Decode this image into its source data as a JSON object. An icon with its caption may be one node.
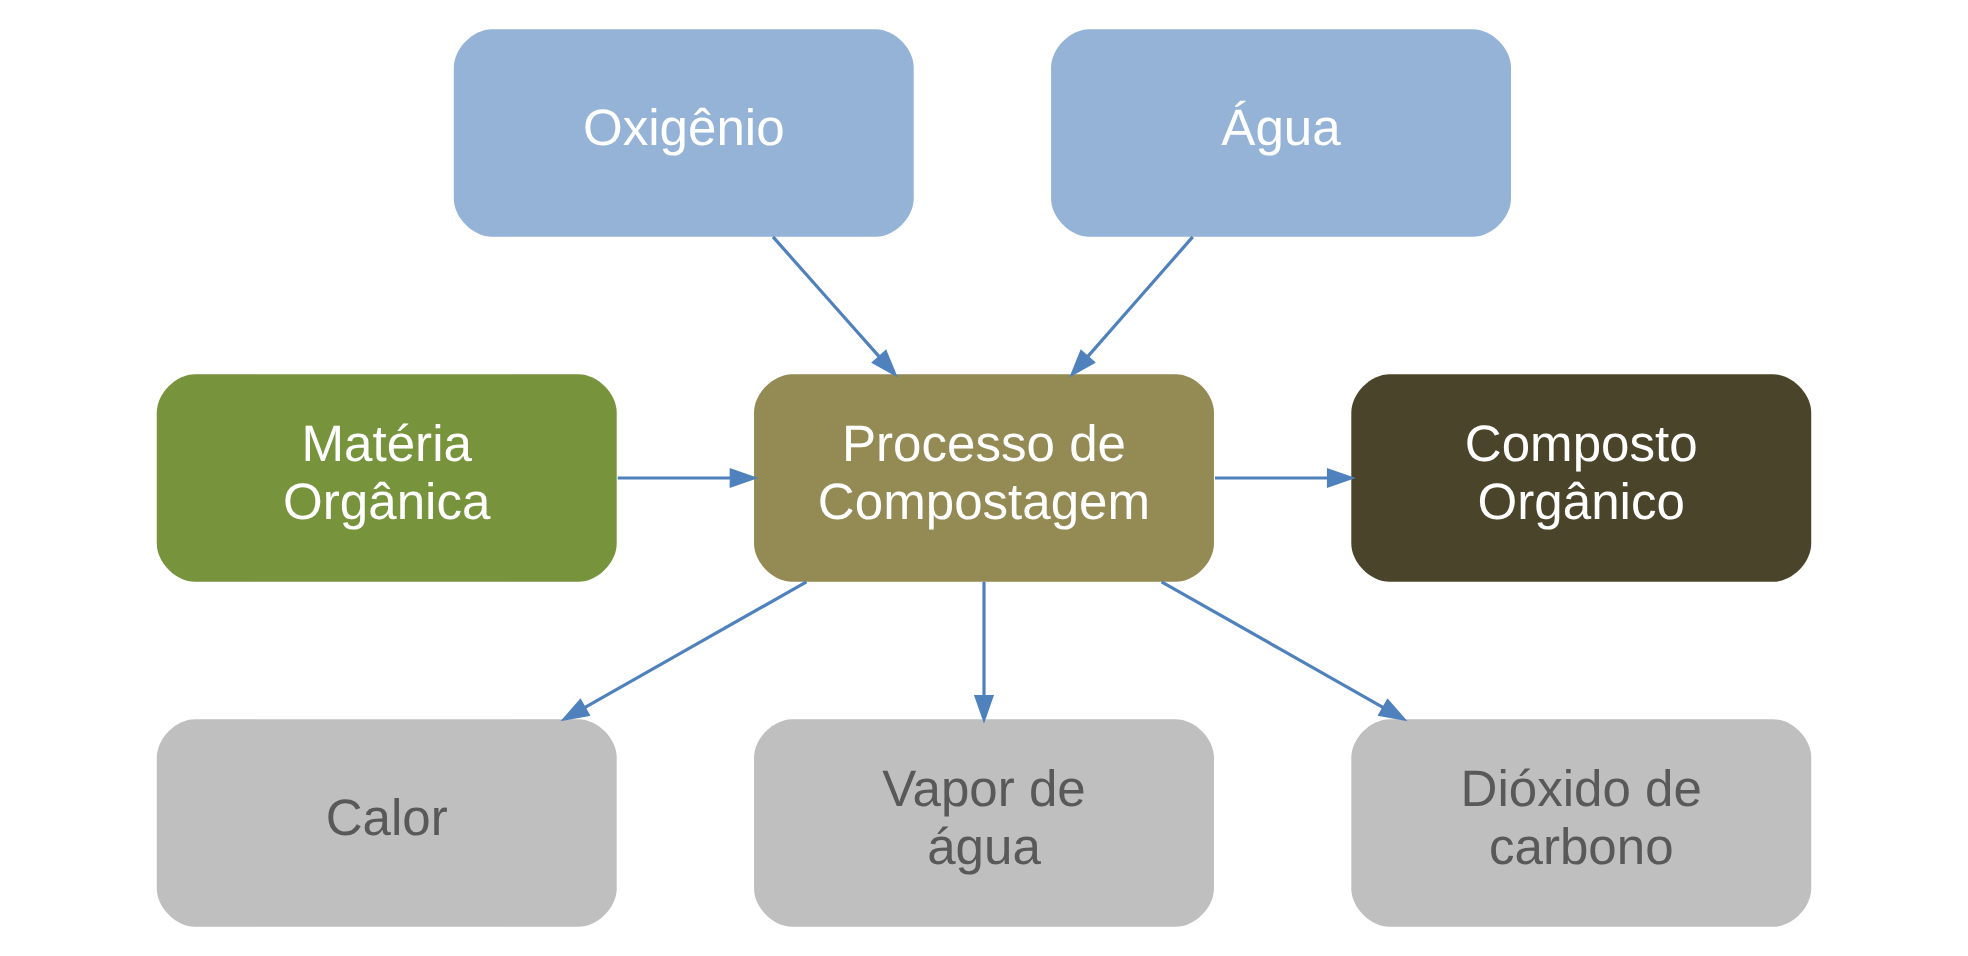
{
  "diagram": {
    "nodes": [
      {
        "text": [
          "Oxigênio"
        ]
      },
      {
        "text": [
          "Água"
        ]
      },
      {
        "text": [
          "Matéria Orgânica"
        ]
      },
      {
        "text": [
          "Processo de Compostagem"
        ]
      },
      {
        "text": [
          "Composto Orgânico"
        ]
      },
      {
        "text": [
          "Calor"
        ]
      },
      {
        "text": [
          "Vapor de água"
        ]
      },
      {
        "text": [
          "Dióxido de carbono"
        ]
      }
    ],
    "edges": [
      {
        "from": 0,
        "to": 3,
        "arrow": "to"
      },
      {
        "from": 1,
        "to": 3,
        "arrow": "to"
      },
      {
        "from": 2,
        "to": 3,
        "arrow": "to"
      },
      {
        "from": 3,
        "to": 4,
        "arrow": "to"
      },
      {
        "from": 3,
        "to": 5,
        "arrow": "to"
      },
      {
        "from": 3,
        "to": 6,
        "arrow": "to"
      },
      {
        "from": 3,
        "to": 7,
        "arrow": "to"
      }
    ]
  }
}
